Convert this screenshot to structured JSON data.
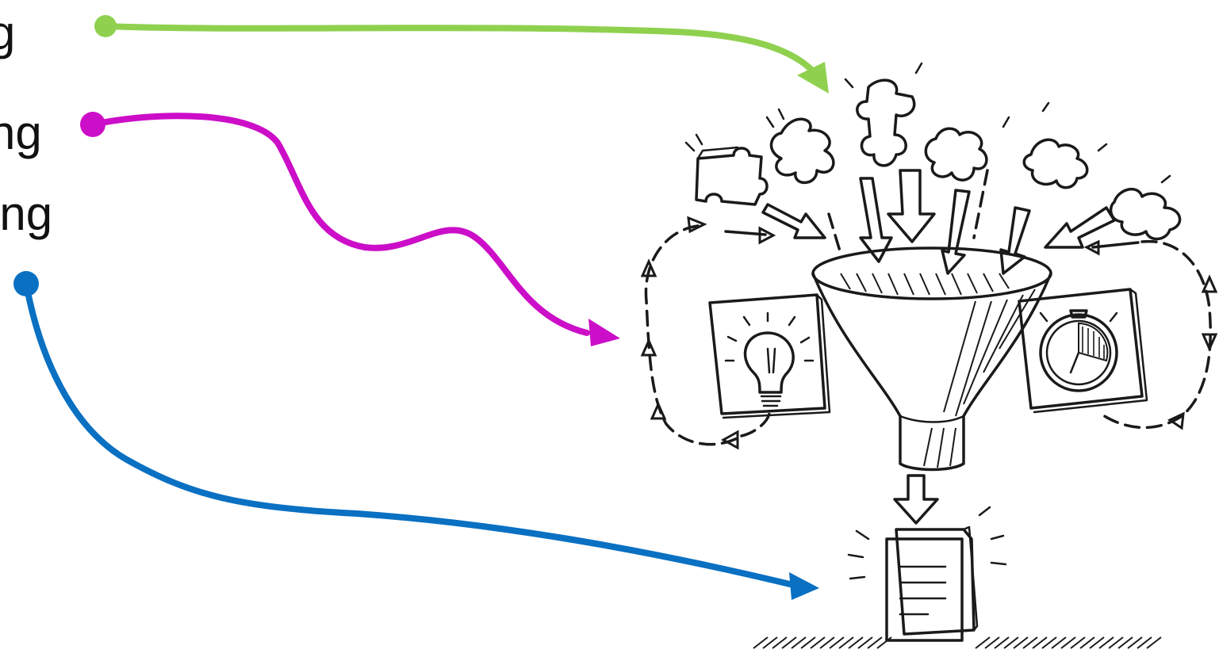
{
  "labels": {
    "line1": "g",
    "line2": "ng",
    "line3": "ing"
  },
  "colors": {
    "green_arrow": "#8fd14f",
    "magenta_arrow": "#cc0ec8",
    "blue_arrow": "#0a70c2",
    "ink": "#1a1a1a",
    "background": "#ffffff"
  },
  "icons": [
    "funnel-icon",
    "puzzle-piece-icon",
    "lightbulb-icon",
    "stopwatch-icon",
    "document-stack-icon"
  ]
}
